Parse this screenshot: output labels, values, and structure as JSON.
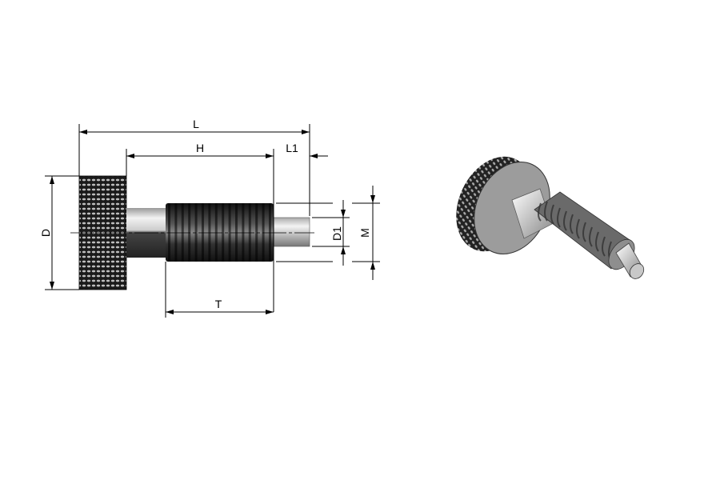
{
  "drawing": {
    "dimensions": {
      "L": "L",
      "H": "H",
      "L1": "L1",
      "D": "D",
      "D1": "D1",
      "M": "M",
      "T": "T"
    }
  },
  "colors": {
    "line": "#000000",
    "knurl_dark": "#1a1a1a",
    "thread_dark": "#2a2a2a",
    "metal_light": "#e6e6e6",
    "face_gray": "#9a9a9a"
  }
}
